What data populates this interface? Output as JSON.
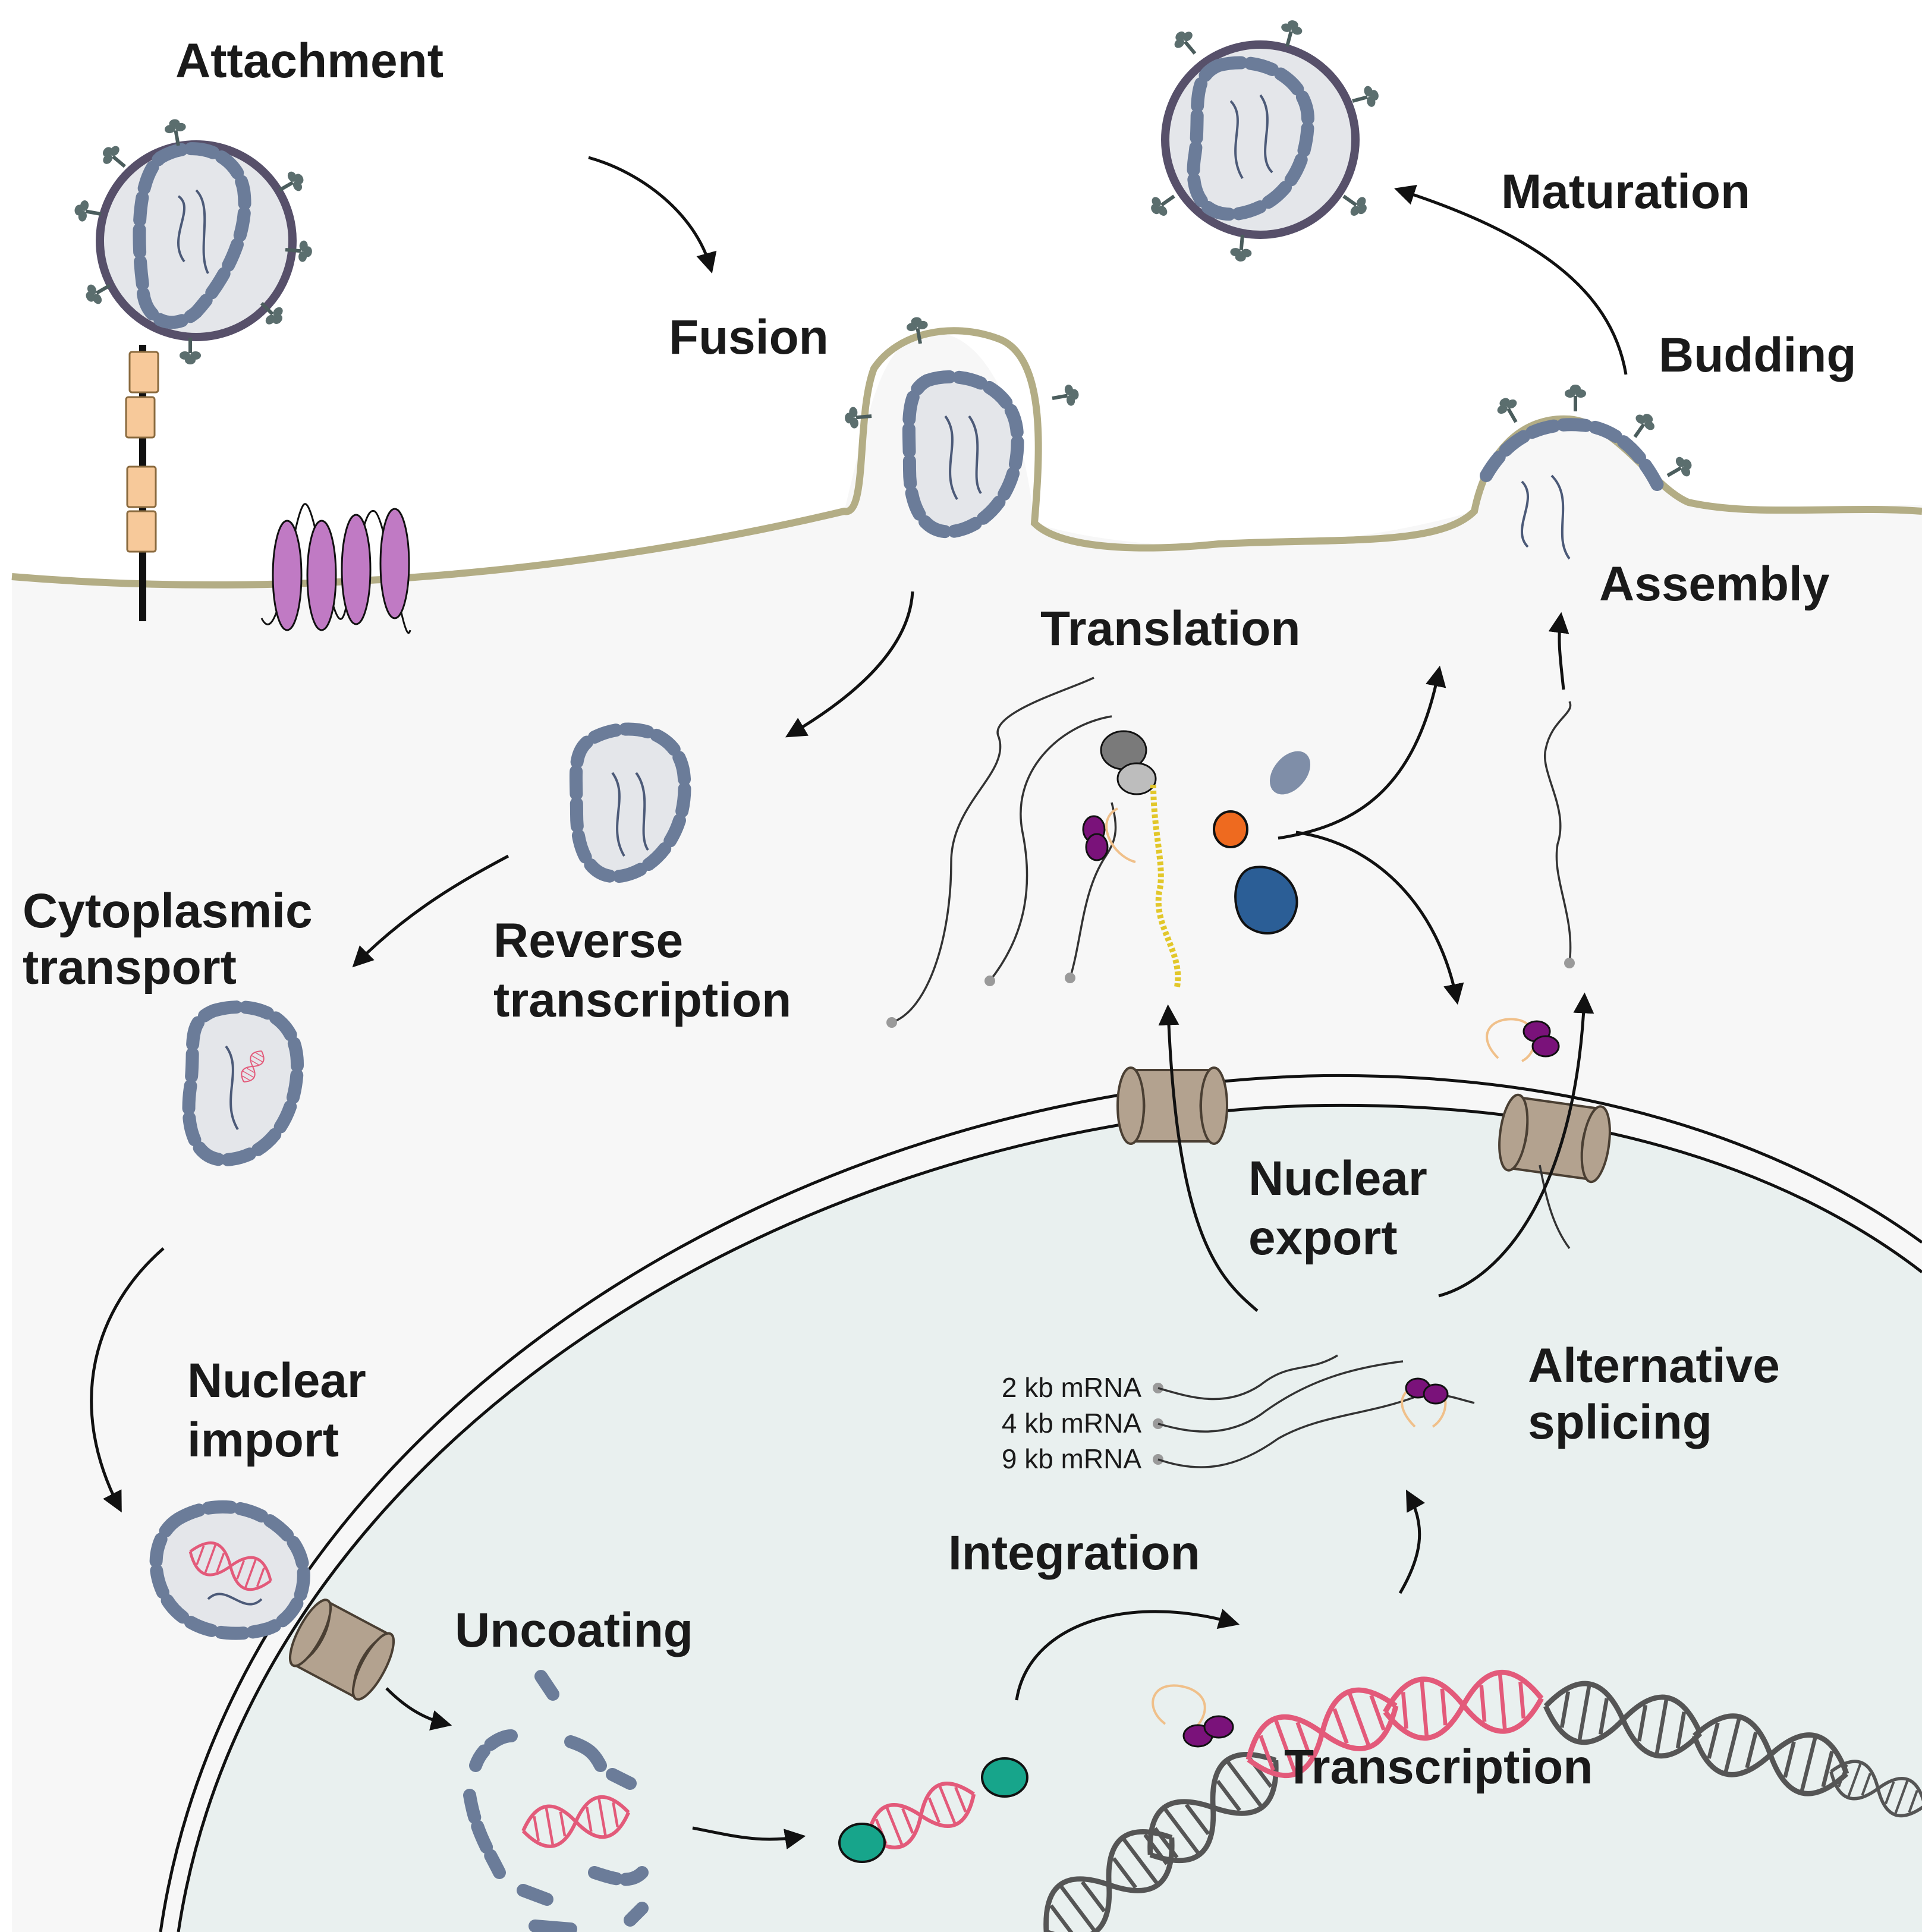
{
  "steps": {
    "attachment": "Attachment",
    "fusion": "Fusion",
    "maturation": "Maturation",
    "budding": "Budding",
    "assembly": "Assembly",
    "translation": "Translation",
    "reverse_transcription_line1": "Reverse",
    "reverse_transcription_line2": "transcription",
    "cytoplasmic_transport_line1": "Cytoplasmic",
    "cytoplasmic_transport_line2": "transport",
    "nuclear_export_line1": "Nuclear",
    "nuclear_export_line2": "export",
    "nuclear_import_line1": "Nuclear",
    "nuclear_import_line2": "import",
    "alternative_splicing_line1": "Alternative",
    "alternative_splicing_line2": "splicing",
    "integration": "Integration",
    "uncoating": "Uncoating",
    "transcription": "Transcription"
  },
  "mrna_labels": [
    "2 kb mRNA",
    "4 kb mRNA",
    "9 kb mRNA"
  ],
  "colors": {
    "cytoplasm": "#f7f7f7",
    "nucleus": "#e9f0ef",
    "plasma_membrane": "#b3ad85",
    "capsid": "#6b7c99",
    "viral_envelope": "#57506a",
    "receptor": "#f7c99a",
    "coreceptor": "#c07ac4",
    "nuclear_pore": "#b3a28f",
    "integrase": "#17a58b",
    "viral_dna": "#e35a7a",
    "host_dna": "#555555",
    "polymerase": "#7a127a",
    "protein_orange": "#ee6a1f",
    "protein_blue": "#2b5e96",
    "protein_gray": "#7f8ea8",
    "polypeptide": "#e2c72a"
  },
  "icons": [
    "virion",
    "cd4-receptor",
    "ccr5-coreceptor",
    "capsid",
    "nuclear-pore",
    "ribosome",
    "rna-polymerase",
    "integrase",
    "host-dna-helix"
  ]
}
